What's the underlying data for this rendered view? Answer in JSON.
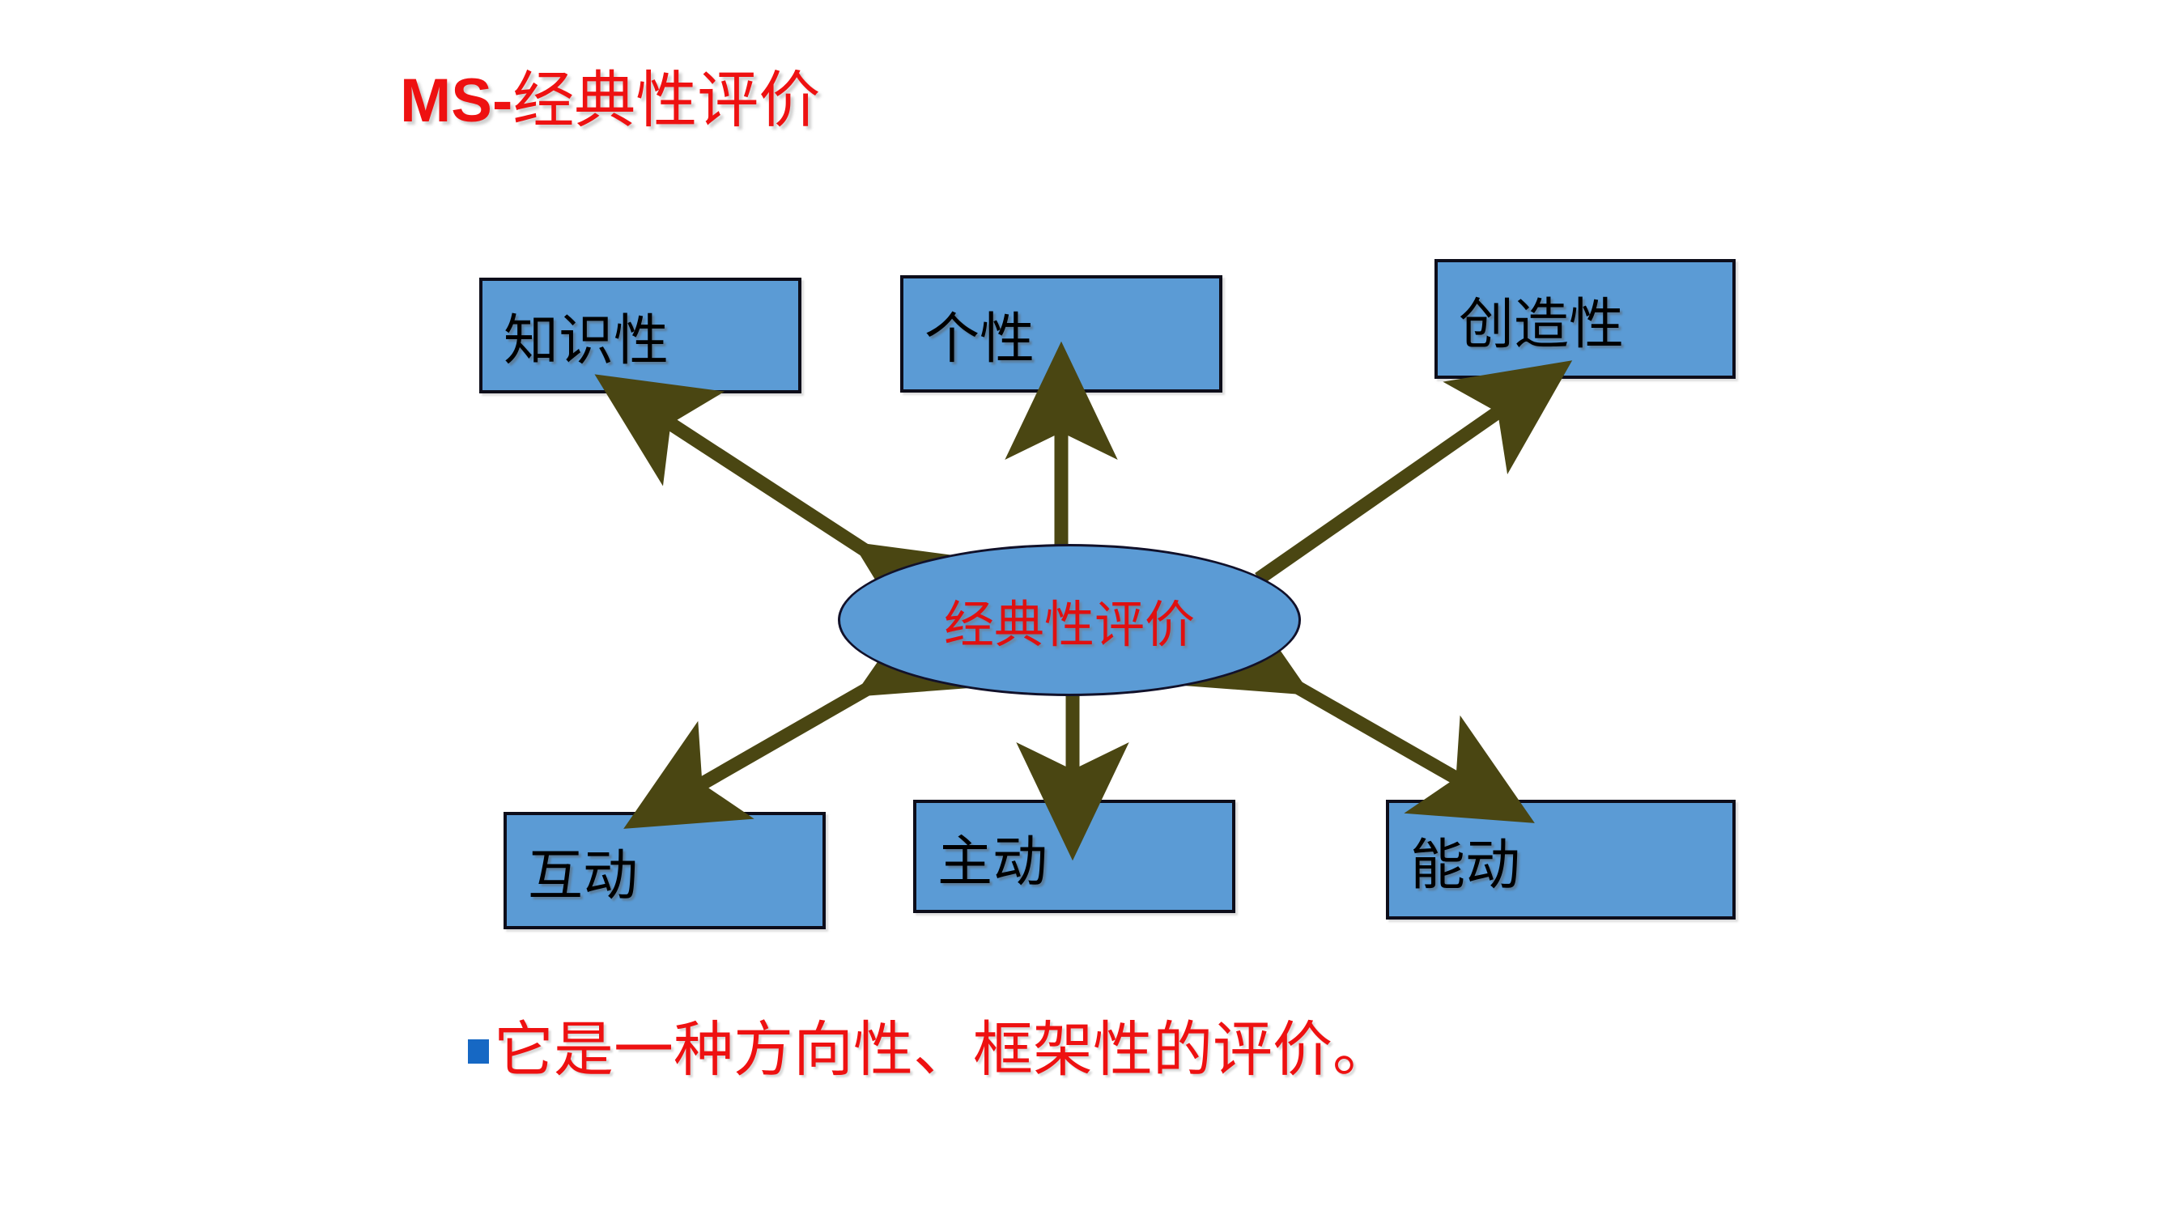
{
  "slide": {
    "title_latin": "MS-",
    "title_han": "经典性评价",
    "background_color": "#ffffff",
    "title_color": "#ee1111"
  },
  "diagram": {
    "type": "radial-hub-and-spoke",
    "center": {
      "label": "经典性评价",
      "shape": "ellipse",
      "fill_color": "#5B9BD5",
      "border_color": "#11112a",
      "text_color": "#e01010"
    },
    "arrow_color": "#4a4612",
    "node_fill_color": "#5B9BD5",
    "node_border_color": "#0d0d1a",
    "node_text_color": "#000000",
    "nodes": [
      {
        "id": "knowledge",
        "label": "知识性",
        "position": "top-left",
        "arrow": "bidirectional"
      },
      {
        "id": "individuality",
        "label": "个性",
        "position": "top-center",
        "arrow": "unidirectional"
      },
      {
        "id": "creativity",
        "label": "创造性",
        "position": "top-right",
        "arrow": "unidirectional"
      },
      {
        "id": "interactive",
        "label": "互动",
        "position": "bottom-left",
        "arrow": "bidirectional"
      },
      {
        "id": "proactive",
        "label": "主动",
        "position": "bottom-center",
        "arrow": "unidirectional"
      },
      {
        "id": "dynamic",
        "label": "能动",
        "position": "bottom-right",
        "arrow": "bidirectional"
      }
    ]
  },
  "bullet": {
    "marker": "square-bullet",
    "marker_color": "#1668c4",
    "text": "它是一种方向性、框架性的评价。",
    "text_color": "#ee1111"
  }
}
